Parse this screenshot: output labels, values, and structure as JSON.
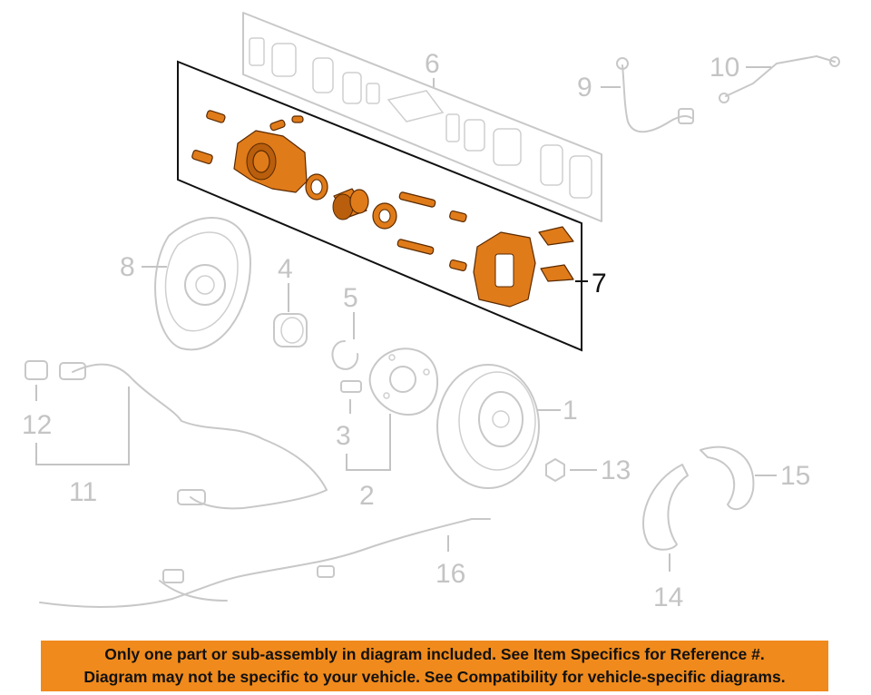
{
  "callouts": {
    "c1": "1",
    "c2": "2",
    "c3": "3",
    "c4": "4",
    "c5": "5",
    "c6": "6",
    "c7": "7",
    "c8": "8",
    "c9": "9",
    "c10": "10",
    "c11": "11",
    "c12": "12",
    "c13": "13",
    "c14": "14",
    "c15": "15",
    "c16": "16"
  },
  "highlighted_item": "7",
  "colors": {
    "highlight": "#e07b1a",
    "ghost": "#c8c8c8",
    "banner": "#f08a1c"
  },
  "banner": {
    "line1": "Only one part or sub-assembly in diagram included. See Item Specifics for Reference #.",
    "line2": "Diagram may not be specific to your vehicle. See Compatibility for vehicle-specific diagrams."
  }
}
